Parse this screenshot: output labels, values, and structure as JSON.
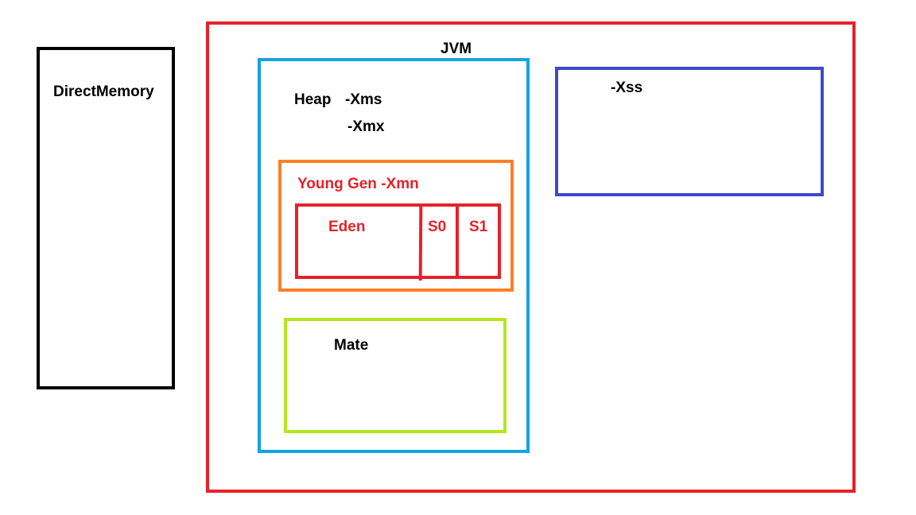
{
  "diagram": {
    "direct_memory": {
      "label": "DirectMemory"
    },
    "jvm": {
      "label": "JVM"
    },
    "heap": {
      "label": "Heap",
      "xms": "-Xms",
      "xmx": "-Xmx"
    },
    "stack": {
      "label": "-Xss"
    },
    "young_gen": {
      "label": "Young Gen -Xmn",
      "eden": "Eden",
      "s0": "S0",
      "s1": "S1"
    },
    "meta": {
      "label": "Mate"
    }
  },
  "colors": {
    "direct_memory_border": "#000000",
    "jvm_border": "#e5222a",
    "heap_border": "#12a3e2",
    "stack_border": "#3f48cc",
    "young_gen_border": "#ff7f27",
    "young_inner_border": "#e5222a",
    "meta_border": "#b5e61d",
    "red_text": "#e5222a",
    "black_text": "#000000"
  }
}
